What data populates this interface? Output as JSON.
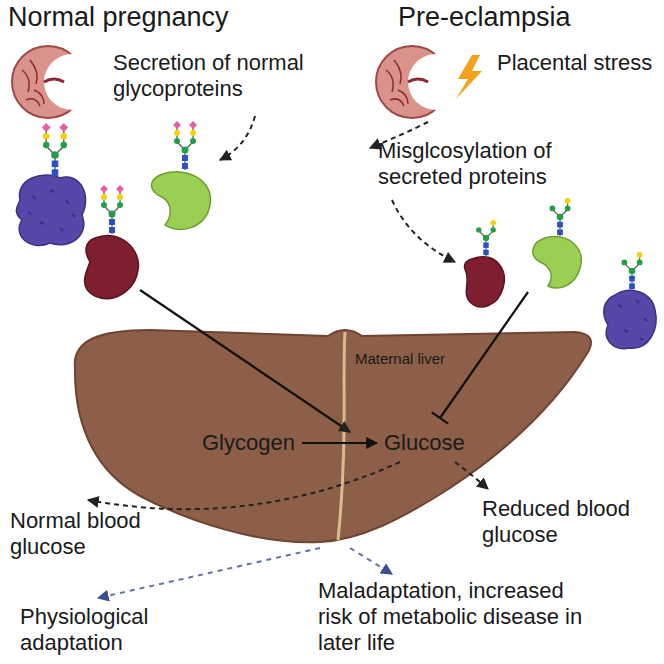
{
  "diagram": {
    "nodes": [
      {
        "text": [
          "Maternal liver"
        ]
      },
      {
        "text": [
          "Glycogen"
        ],
        "in": 0
      },
      {
        "text": [
          "Glucose"
        ],
        "in": 0
      }
    ],
    "edges": [
      {
        "from": 1,
        "to": 2,
        "arrow": "to"
      }
    ],
    "labels": [
      "Normal pregnancy",
      "Pre-eclampsia",
      "Secretion of normal glycoproteins",
      "Placental stress",
      "Misglcosylation of secreted proteins",
      "Normal blood glucose",
      "Reduced blood glucose",
      "Physiological adaptation",
      "Maladaptation, increased risk of metabolic disease in later life"
    ]
  }
}
